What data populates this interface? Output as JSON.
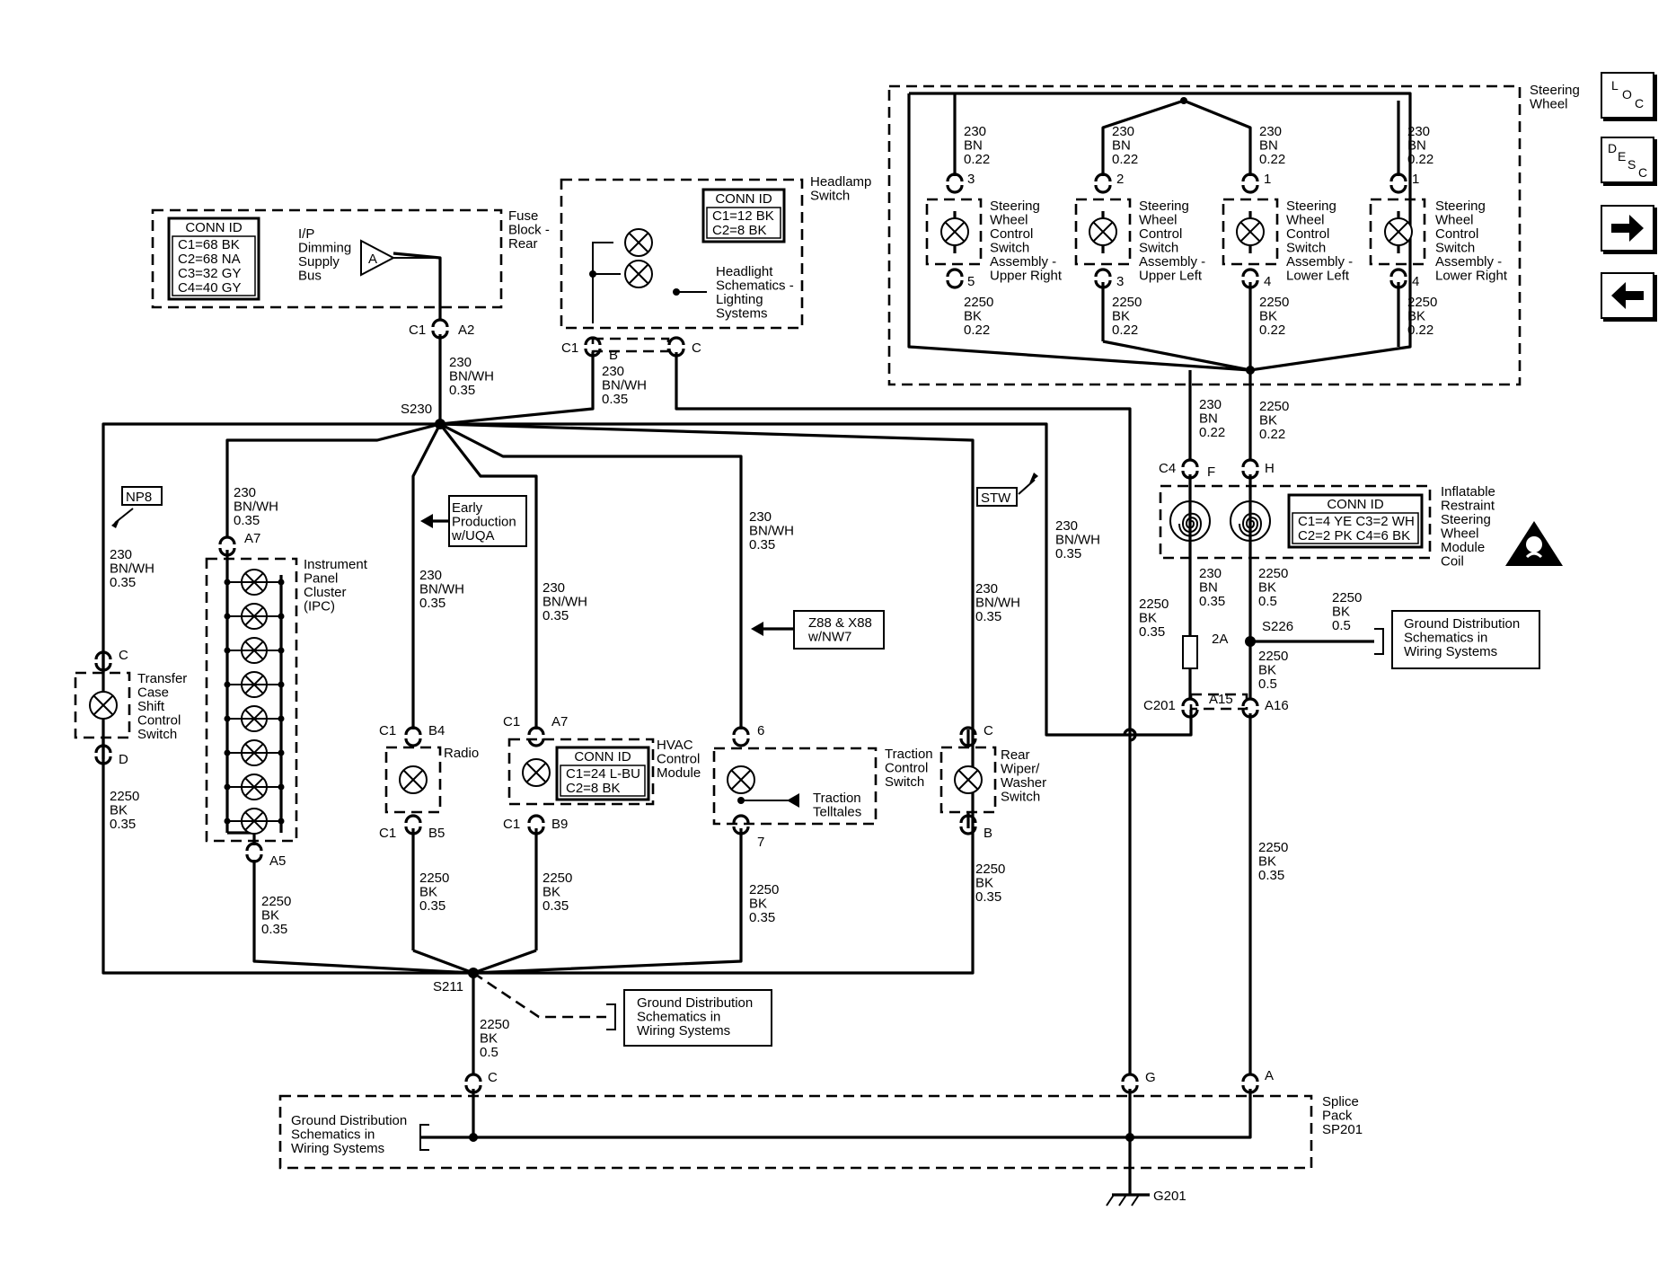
{
  "nav": {
    "loc": [
      "L",
      "O",
      "C"
    ],
    "desc": [
      "D",
      "E",
      "S",
      "C"
    ]
  },
  "conn_boxes": {
    "fuse": {
      "header": "CONN ID",
      "lines": [
        "C1=68 BK",
        "C2=68 NA",
        "C3=32 GY",
        "C4=40 GY"
      ]
    },
    "headlamp": {
      "header": "CONN ID",
      "lines": [
        "C1=12 BK",
        "C2=8 BK"
      ]
    },
    "coil": {
      "header": "CONN ID",
      "lines": [
        "C1=4 YE  C3=2 WH",
        "C2=2 PK  C4=6 BK"
      ]
    },
    "hvac": {
      "header": "CONN ID",
      "lines": [
        "C1=24 L-BU",
        "C2=8 BK"
      ]
    }
  },
  "labels": {
    "fuse_block": [
      "Fuse",
      "Block -",
      "Rear"
    ],
    "ip_dimming": [
      "I/P",
      "Dimming",
      "Supply",
      "Bus"
    ],
    "fuse_symbol": "A",
    "headlamp_switch": [
      "Headlamp",
      "Switch"
    ],
    "headlight_schematics": [
      "Headlight",
      "Schematics -",
      "Lighting",
      "Systems"
    ],
    "steering_wheel": [
      "Steering",
      "Wheel"
    ],
    "swc_ur": [
      "Steering",
      "Wheel",
      "Control",
      "Switch",
      "Assembly -",
      "Upper Right"
    ],
    "swc_ul": [
      "Steering",
      "Wheel",
      "Control",
      "Switch",
      "Assembly -",
      "Upper Left"
    ],
    "swc_ll": [
      "Steering",
      "Wheel",
      "Control",
      "Switch",
      "Assembly -",
      "Lower Left"
    ],
    "swc_lr": [
      "Steering",
      "Wheel",
      "Control",
      "Switch",
      "Assembly -",
      "Lower Right"
    ],
    "coil_name": [
      "Inflatable",
      "Restraint",
      "Steering",
      "Wheel",
      "Module",
      "Coil"
    ],
    "ground_dist_1": [
      "Ground Distribution",
      "Schematics in",
      "Wiring Systems"
    ],
    "ground_dist_2": [
      "Ground Distribution",
      "Schematics in",
      "Wiring Systems"
    ],
    "ground_dist_3": [
      "Ground Distribution",
      "Schematics in",
      "Wiring Systems"
    ],
    "splice_pack": [
      "Splice",
      "Pack",
      "SP201"
    ],
    "g201": "G201",
    "np8": "NP8",
    "stw": "STW",
    "early_production": [
      "Early",
      "Production",
      "w/UQA"
    ],
    "z88": [
      "Z88 & X88",
      "w/NW7"
    ],
    "ipc": [
      "Instrument",
      "Panel",
      "Cluster",
      "(IPC)"
    ],
    "radio": "Radio",
    "hvac": [
      "HVAC",
      "Control",
      "Module"
    ],
    "traction": [
      "Traction",
      "Control",
      "Switch"
    ],
    "traction_telltales": [
      "Traction",
      "Telltales"
    ],
    "rear_wiper": [
      "Rear",
      "Wiper/",
      "Washer",
      "Switch"
    ],
    "transfer_case": [
      "Transfer",
      "Case",
      "Shift",
      "Control",
      "Switch"
    ],
    "s230": "S230",
    "s211": "S211",
    "s226": "S226",
    "fuse_2a": "2A"
  },
  "wires": {
    "w230_bnwh_035": [
      "230",
      "BN/WH",
      "0.35"
    ],
    "w2250_bk_035": [
      "2250",
      "BK",
      "0.35"
    ],
    "w2250_bk_05": [
      "2250",
      "BK",
      "0.5"
    ],
    "w230_bn_022": [
      "230",
      "BN",
      "0.22"
    ],
    "w2250_bk_022": [
      "2250",
      "BK",
      "0.22"
    ],
    "w230_bn_035": [
      "230",
      "BN",
      "0.35"
    ]
  },
  "pins": {
    "c1": "C1",
    "a2": "A2",
    "b": "B",
    "c": "C",
    "a7": "A7",
    "a5": "A5",
    "b4": "B4",
    "b5": "B5",
    "b9": "B9",
    "p6": "6",
    "p7": "7",
    "d": "D",
    "c4": "C4",
    "f": "F",
    "h": "H",
    "c201": "C201",
    "a15": "A15",
    "a16": "A16",
    "g": "G",
    "a": "A",
    "p3": "3",
    "p5": "5",
    "p2": "2",
    "p1": "1",
    "p4": "4"
  }
}
